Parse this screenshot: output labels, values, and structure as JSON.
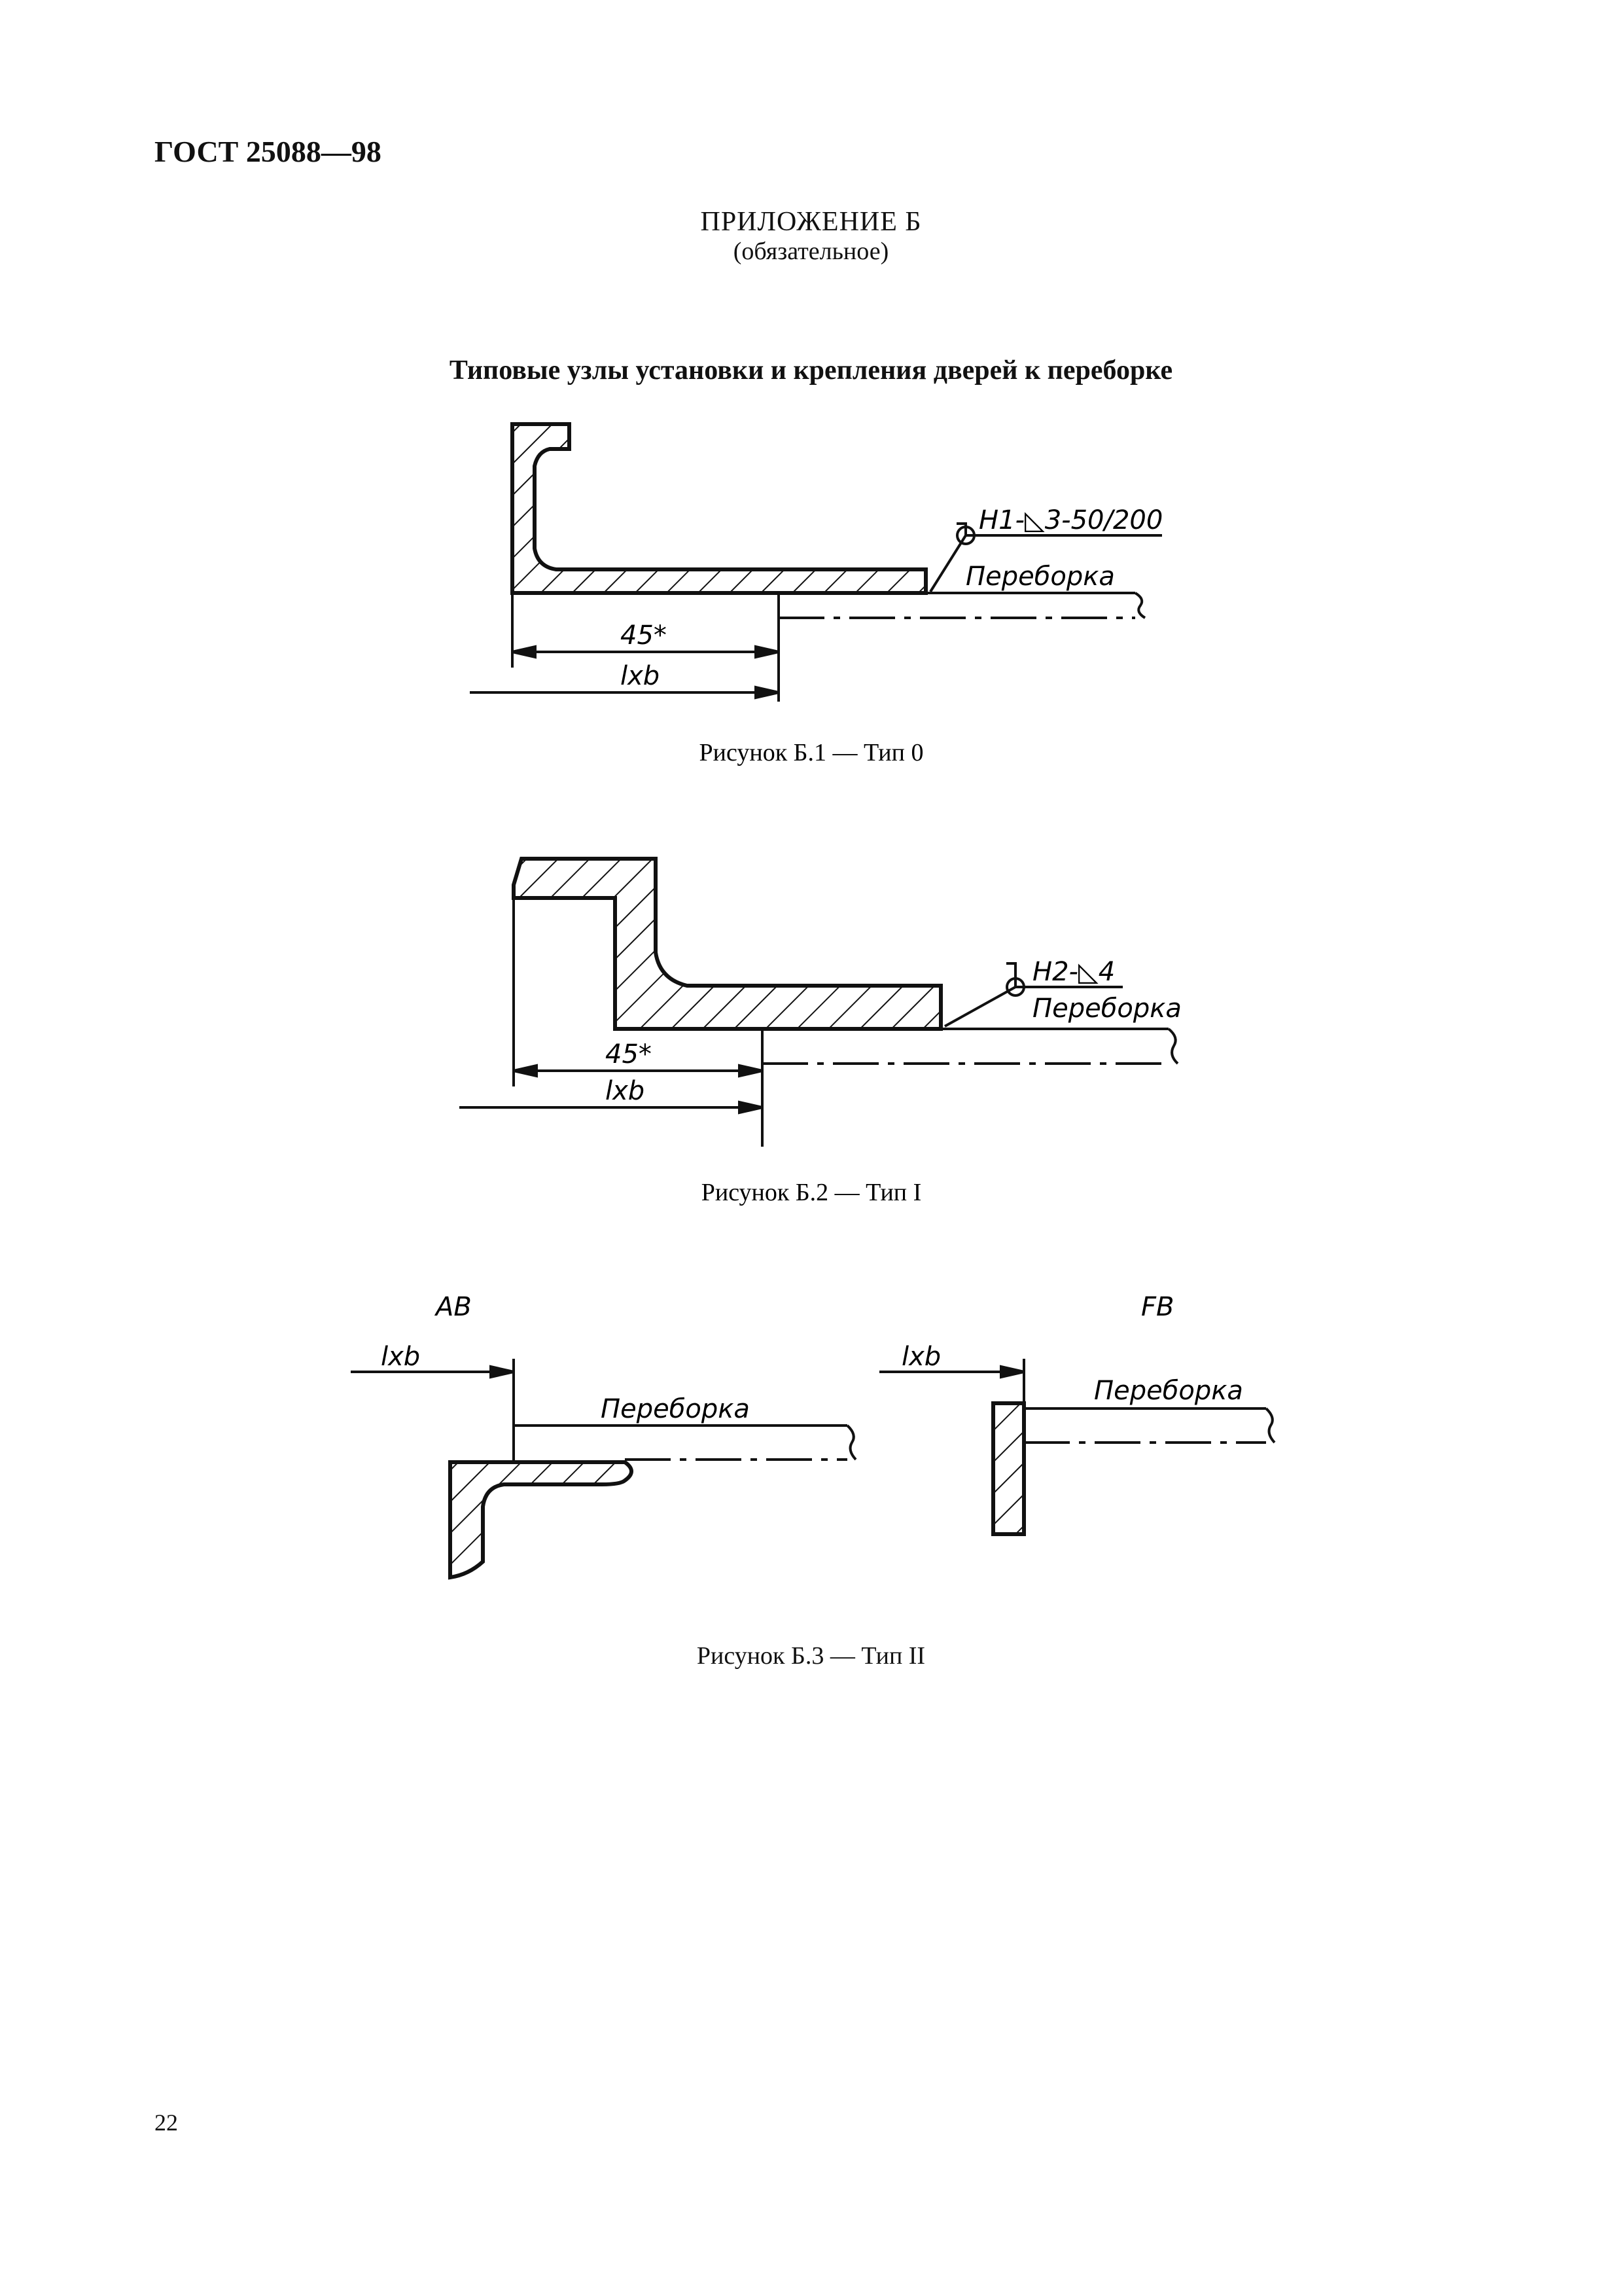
{
  "header": {
    "doc_code": "ГОСТ 25088—98"
  },
  "appendix": {
    "title": "ПРИЛОЖЕНИЕ Б",
    "note": "(обязательное)"
  },
  "section": {
    "title": "Типовые узлы установки и крепления дверей к переборке"
  },
  "figure1": {
    "weld": "H1-◺3-50/200",
    "bulkhead": "Переборка",
    "dim_short": "45*",
    "dim_long": "lxb",
    "caption": "Рисунок Б.1 — Тип 0"
  },
  "figure2": {
    "weld": "H2-◺4",
    "bulkhead": "Переборка",
    "dim_short": "45*",
    "dim_long": "lxb",
    "caption": "Рисунок Б.2 — Тип I"
  },
  "figure3": {
    "left_label": "AB",
    "right_label": "FB",
    "left_dim": "lxb",
    "right_dim": "lxb",
    "left_bulkhead": "Переборка",
    "right_bulkhead": "Переборка",
    "caption": "Рисунок Б.3 — Тип II"
  },
  "footer": {
    "page_number": "22"
  }
}
